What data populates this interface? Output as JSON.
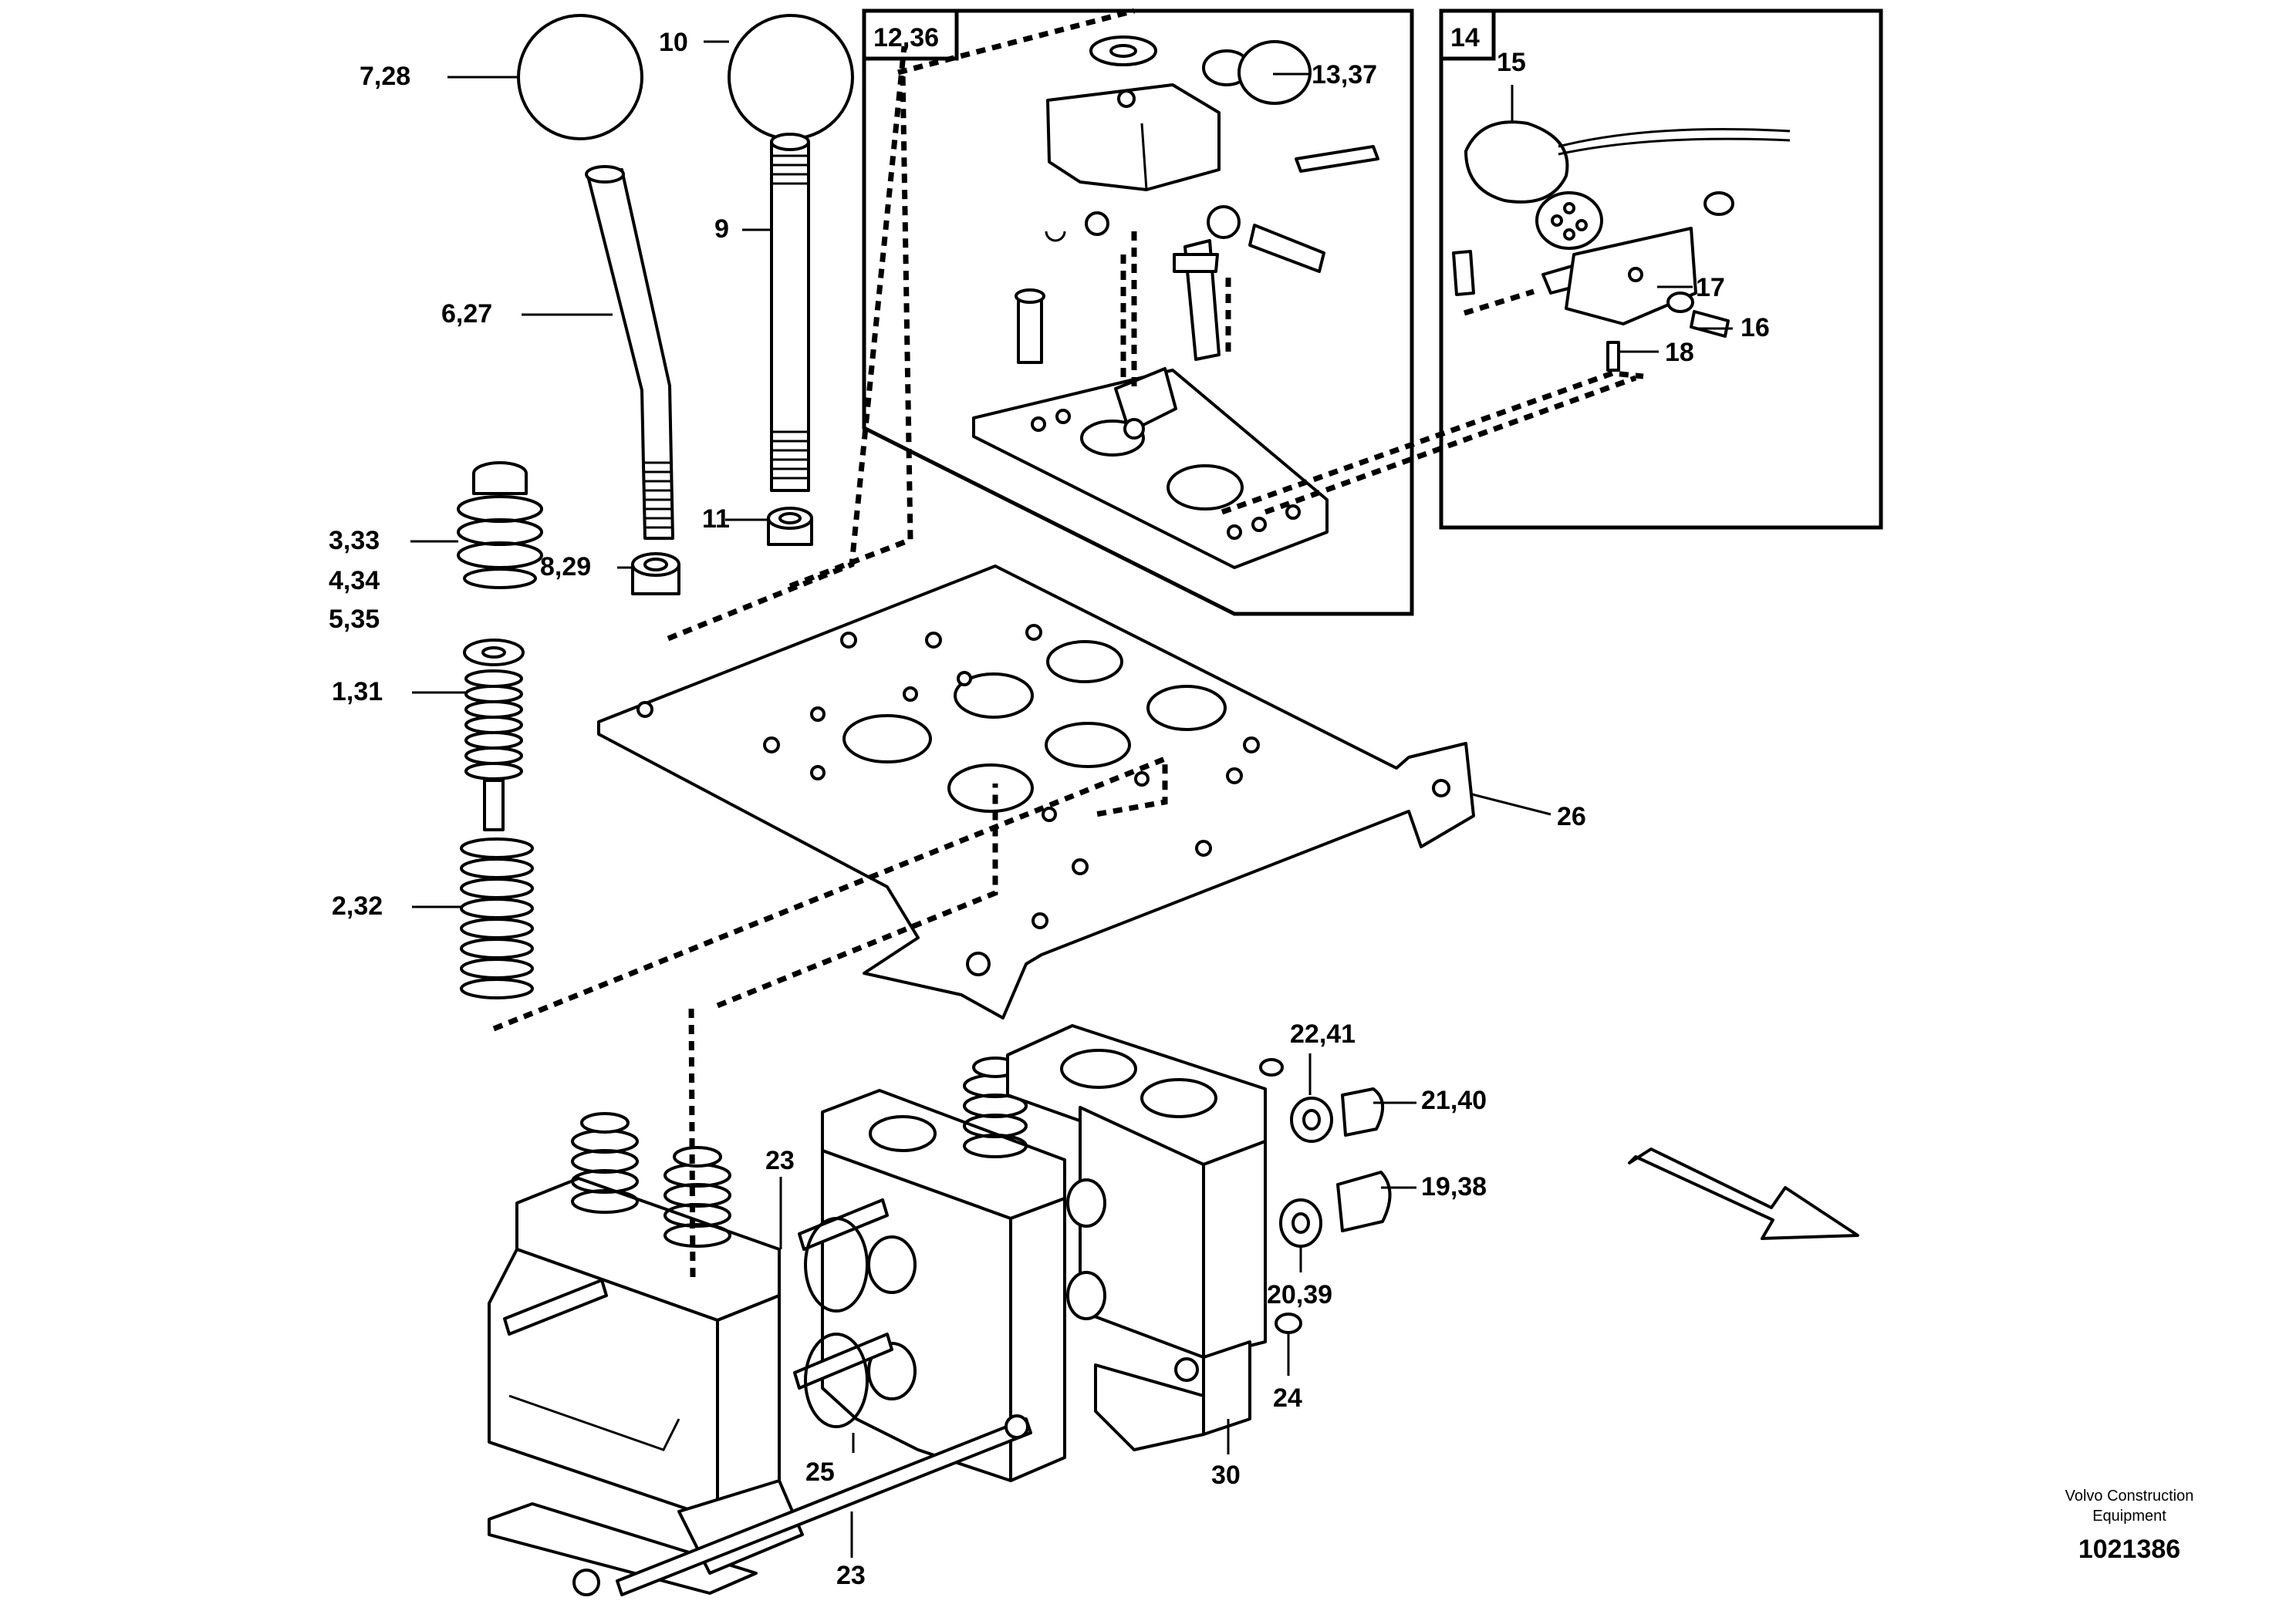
{
  "callouts": {
    "c7_28": "7,28",
    "c10": "10",
    "c9": "9",
    "c6_27": "6,27",
    "c3_33": "3,33",
    "c4_34": "4,34",
    "c5_35": "5,35",
    "c8_29": "8,29",
    "c11": "11",
    "c1_31": "1,31",
    "c2_32": "2,32",
    "c12_36": "12,36",
    "c13_37": "13,37",
    "c14": "14",
    "c15": "15",
    "c17": "17",
    "c16": "16",
    "c18": "18",
    "c26": "26",
    "c22_41": "22,41",
    "c21_40": "21,40",
    "c19_38": "19,38",
    "c20_39": "20,39",
    "c23a": "23",
    "c23b": "23",
    "c24": "24",
    "c25": "25",
    "c30": "30"
  },
  "footer": {
    "brand_line1": "Volvo Construction",
    "brand_line2": "Equipment",
    "doc_number": "1021386"
  }
}
